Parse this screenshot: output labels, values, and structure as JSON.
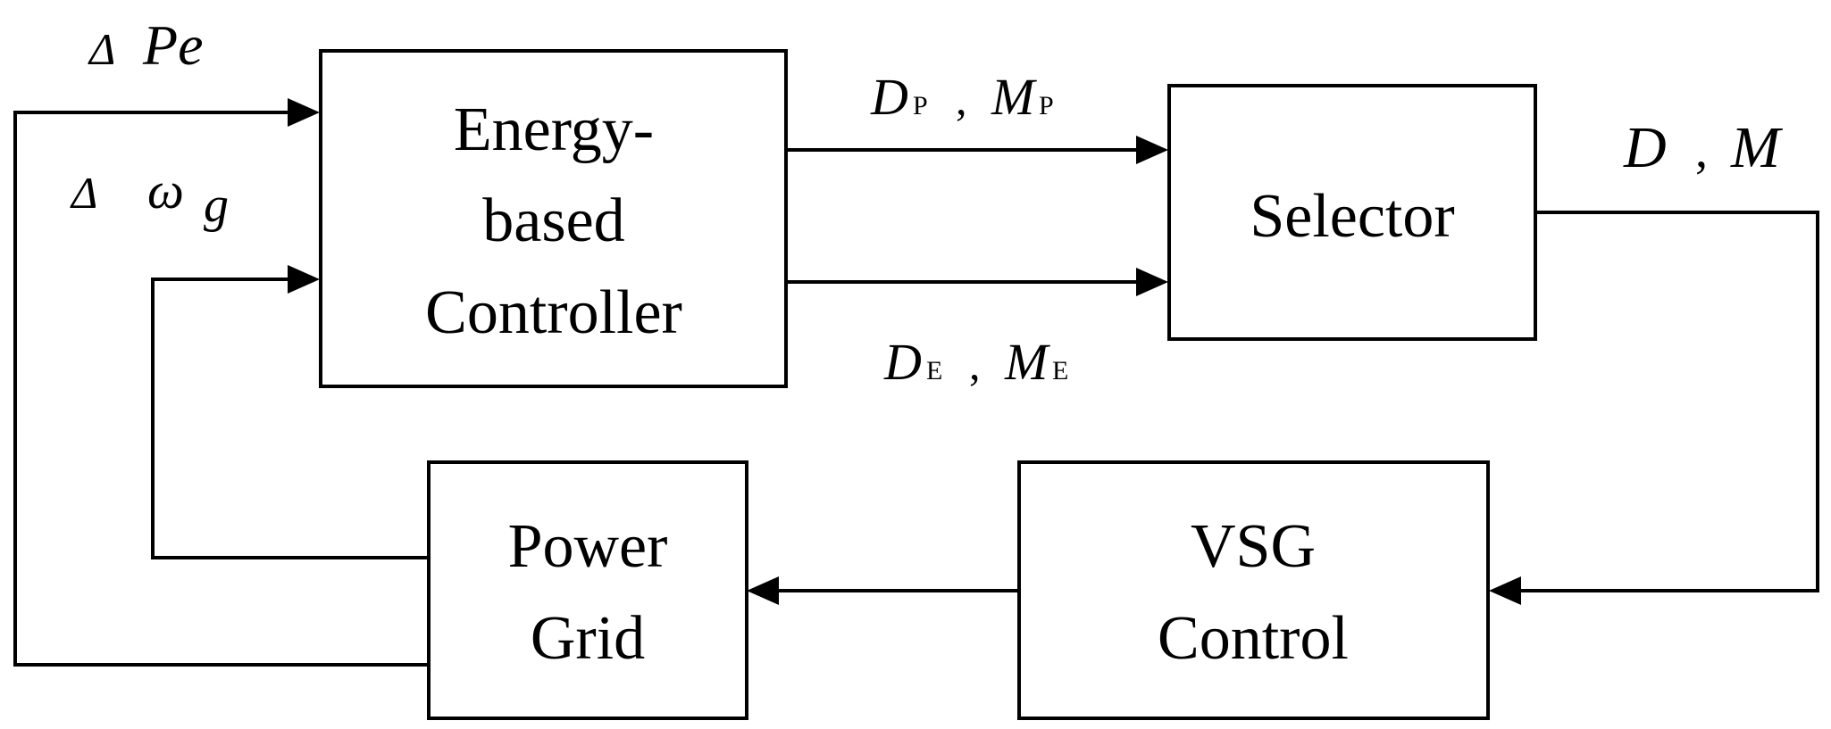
{
  "blocks": {
    "energy": {
      "line1": "Energy-",
      "line2": "based",
      "line3": "Controller"
    },
    "selector": {
      "line1": "Selector"
    },
    "power_grid": {
      "line1": "Power",
      "line2": "Grid"
    },
    "vsg": {
      "line1": "VSG",
      "line2": "Control"
    }
  },
  "signals": {
    "delta_pe": {
      "delta": "Δ",
      "name": "Pe"
    },
    "delta_omega": {
      "delta": "Δ",
      "name": "ω",
      "sub": "g"
    },
    "dp_mp": {
      "d": "D",
      "d_sub": "P",
      "sep": ",",
      "m": "M",
      "m_sub": "P"
    },
    "de_me": {
      "d": "D",
      "d_sub": "E",
      "sep": ",",
      "m": "M",
      "m_sub": "E"
    },
    "d_m": {
      "d": "D",
      "sep": ",",
      "m": "M"
    }
  }
}
